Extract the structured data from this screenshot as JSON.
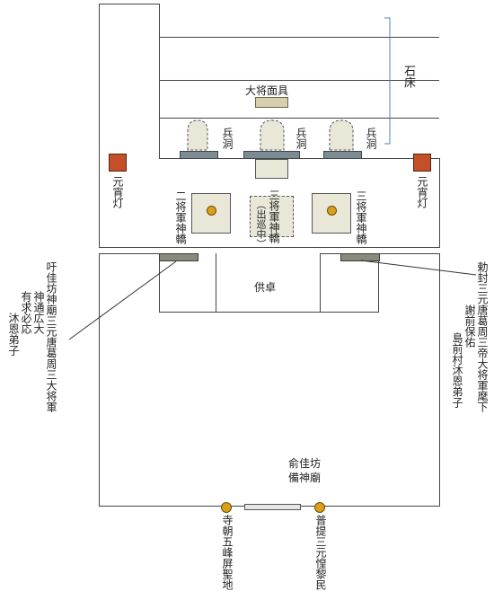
{
  "colors": {
    "outline": "#444444",
    "stone_bed_bracket": "#4a7fc1",
    "lantern": "#c4502a",
    "seal": "#d9a019",
    "plaque": "#8a8a7a",
    "tablet_box": "#e9e7d8"
  },
  "labels": {
    "stone_bed": "石床",
    "general_mask": "大将面具",
    "soldier_cave_left": "兵洞",
    "soldier_cave_center": "兵洞",
    "soldier_cave_right": "兵洞",
    "lantern_left": "元宵灯",
    "lantern_right": "元宵灯",
    "sedan_second": "二将軍神轎",
    "sedan_third": "三将軍神轎",
    "sedan_center": "三将軍神轎",
    "sedan_center_note": "（出巡中）",
    "offering_table": "供卓",
    "left_plaque_lines": [
      "吁佳坊神廟三元唐葛周三大将軍",
      "神通広大",
      "有求必応",
      "沐恩弟子"
    ],
    "right_plaque_lines": [
      "勅封三元唐葛周三帝大将軍麾下",
      "謝前保佑",
      "島前村沐恩弟子"
    ],
    "temple_name_lines": [
      "俞佳坊",
      "備神廟"
    ],
    "gate_left": "寺朝五峰屏聖地",
    "gate_right": "普提三元惶黎民"
  }
}
